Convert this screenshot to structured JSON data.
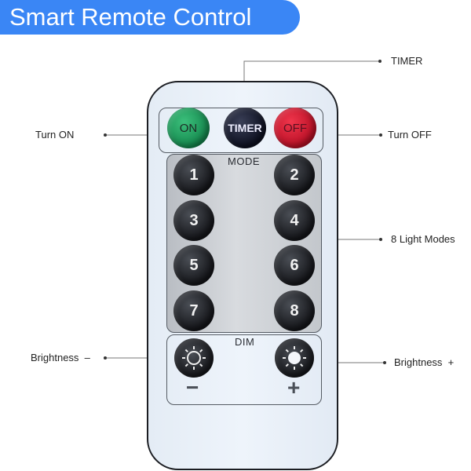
{
  "header": {
    "title": "Smart Remote Control",
    "accent_color": "#3a86f5"
  },
  "remote": {
    "top_buttons": [
      {
        "label": "ON",
        "color": "#1f9a5c"
      },
      {
        "label": "TIMER",
        "color": "#15182a"
      },
      {
        "label": "OFF",
        "color": "#d4172f"
      }
    ],
    "mode_label": "MODE",
    "mode_buttons": [
      "1",
      "2",
      "3",
      "4",
      "5",
      "6",
      "7",
      "8"
    ],
    "dim_label": "DIM",
    "dim_minus": "−",
    "dim_plus": "+"
  },
  "callouts": {
    "timer": "TIMER",
    "turn_on": "Turn ON",
    "turn_off": "Turn OFF",
    "light_modes": "8 Light Modes",
    "brightness_down": "Brightness  –",
    "brightness_up": "Brightness  +"
  }
}
